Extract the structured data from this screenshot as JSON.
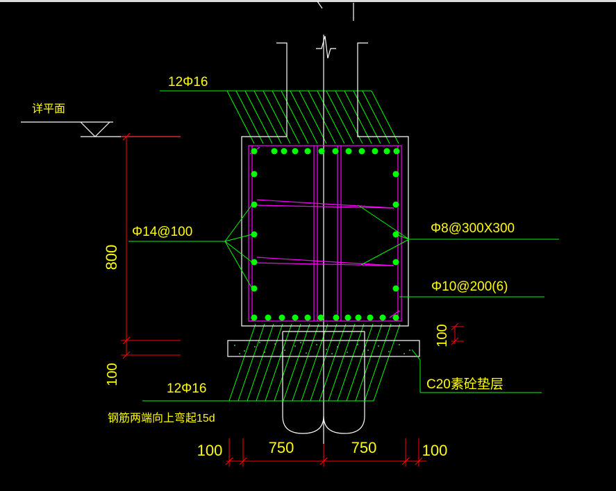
{
  "colors": {
    "background": "#000000",
    "outline": "#ffffff",
    "leader": "#00ff00",
    "hatch": "#00ff00",
    "dimension": "#ff0000",
    "stirrup": "#ff00ff",
    "rebar_dot": "#00ff00",
    "text": "#ffff00"
  },
  "labels": {
    "top_rebar": "12Φ16",
    "ground_level": "详平面",
    "side_rebar": "Φ14@100",
    "tie_rebar": "Φ8@300X300",
    "stirrup": "Φ10@200(6)",
    "bottom_rebar": "12Φ16",
    "cushion": "C20素砼垫层",
    "bend_note": "钢筋两端向上弯起15d"
  },
  "dimensions": {
    "beam_height": "800",
    "cushion_left": "100",
    "cushion_right": "100",
    "bottom_left_edge": "100",
    "bottom_left_half": "750",
    "bottom_right_half": "750",
    "bottom_right_edge": "100"
  },
  "icons": [
    "elevation-marker-icon",
    "break-line-icon"
  ]
}
